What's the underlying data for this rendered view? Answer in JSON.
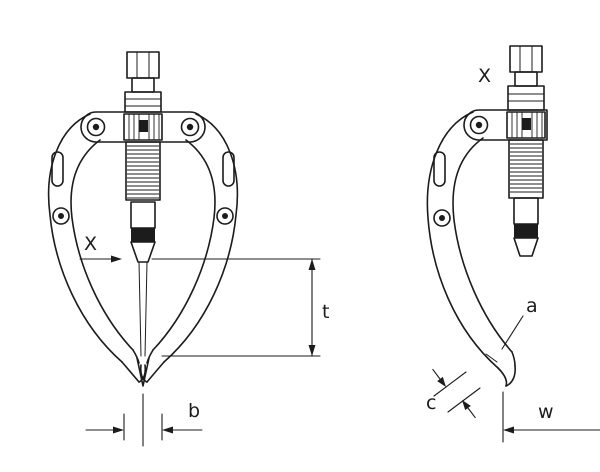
{
  "diagram": {
    "kind": "technical-line-drawing",
    "subject": "two-arm gear puller, front view and partial side view",
    "colors": {
      "background": "#ffffff",
      "line": "#1c1c1c"
    },
    "labels": {
      "front_view_marker": "X",
      "side_view_marker": "X",
      "dim_t": "t",
      "dim_b": "b",
      "dim_a": "a",
      "dim_c": "c",
      "dim_w": "w"
    }
  }
}
